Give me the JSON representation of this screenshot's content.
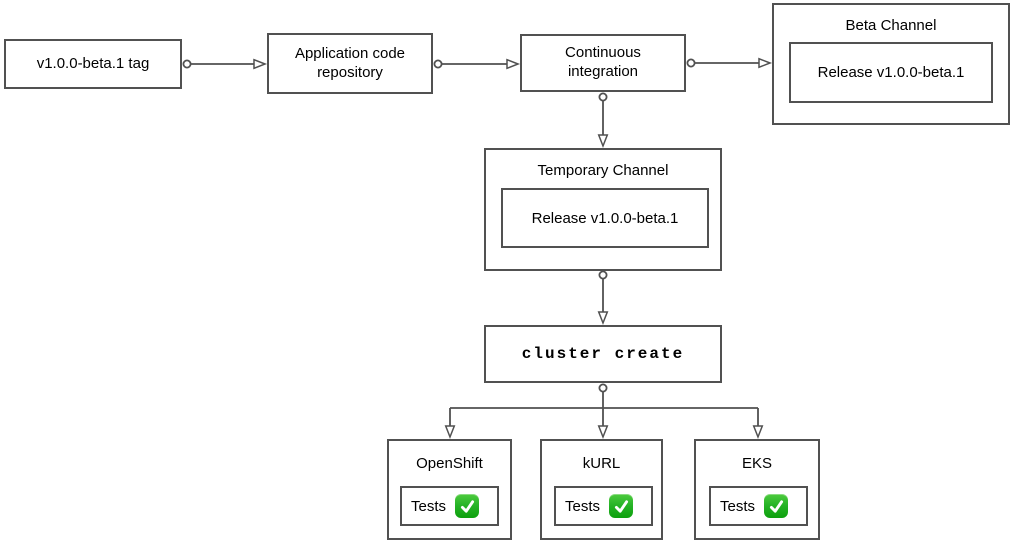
{
  "colors": {
    "stroke": "#515151",
    "text": "#000000",
    "background": "#ffffff",
    "check_green": "#28b428",
    "check_mark": "#ffffff"
  },
  "nodes": {
    "tag": {
      "label": "v1.0.0-beta.1 tag"
    },
    "repo": {
      "label": "Application code repository"
    },
    "ci": {
      "label": "Continuous integration"
    },
    "beta_channel": {
      "title": "Beta Channel",
      "release_label": "Release v1.0.0-beta.1"
    },
    "temporary_channel": {
      "title": "Temporary Channel",
      "release_label": "Release v1.0.0-beta.1"
    },
    "cluster_create": {
      "label": "cluster create"
    },
    "clusters": [
      {
        "title": "OpenShift",
        "tests_label": "Tests",
        "status": "pass",
        "status_icon": "check-mark-button"
      },
      {
        "title": "kURL",
        "tests_label": "Tests",
        "status": "pass",
        "status_icon": "check-mark-button"
      },
      {
        "title": "EKS",
        "tests_label": "Tests",
        "status": "pass",
        "status_icon": "check-mark-button"
      }
    ]
  },
  "edges": [
    {
      "from": "tag",
      "to": "repo"
    },
    {
      "from": "repo",
      "to": "ci"
    },
    {
      "from": "ci",
      "to": "beta_channel"
    },
    {
      "from": "ci",
      "to": "temporary_channel"
    },
    {
      "from": "temporary_channel",
      "to": "cluster_create"
    },
    {
      "from": "cluster_create",
      "to": "openshift"
    },
    {
      "from": "cluster_create",
      "to": "kurl"
    },
    {
      "from": "cluster_create",
      "to": "eks"
    }
  ]
}
